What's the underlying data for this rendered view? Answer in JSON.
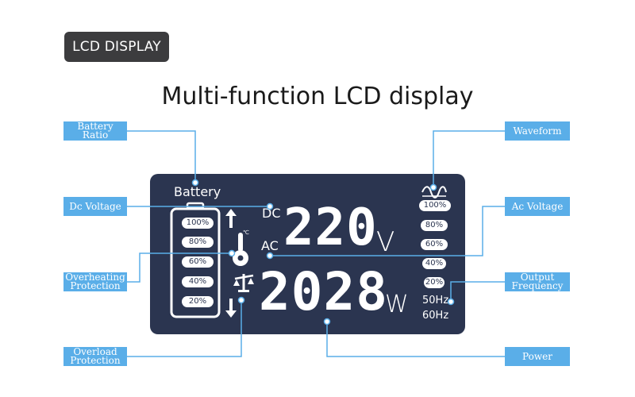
{
  "tag_label": "LCD DISPLAY",
  "title": "Multi-function LCD display",
  "callouts": {
    "battery_ratio": "Battery Ratio",
    "dc_voltage": "Dc Voltage",
    "overheating_line1": "Overheating",
    "overheating_line2": "Protection",
    "overload_line1": "Overload",
    "overload_line2": "Protection",
    "waveform": "Waveform",
    "ac_voltage": "Ac Voltage",
    "output_freq_line1": "Output",
    "output_freq_line2": "Frequency",
    "power": "Power"
  },
  "lcd": {
    "battery_label": "Battery",
    "battery_levels": [
      "100%",
      "80%",
      "60%",
      "40%",
      "20%"
    ],
    "dc_label": "DC",
    "ac_label": "AC",
    "voltage_value": "220",
    "voltage_unit": "V",
    "power_value": "2028",
    "power_unit": "W",
    "right_levels": [
      "100%",
      "80%",
      "60%",
      "40%",
      "20%"
    ],
    "freq_50": "50Hz",
    "freq_60": "60Hz",
    "temp_unit": "℃"
  },
  "colors": {
    "lcd_background": "#2b3550",
    "callout_fill": "#5aaee8",
    "tag_fill": "#3c3c3e"
  }
}
